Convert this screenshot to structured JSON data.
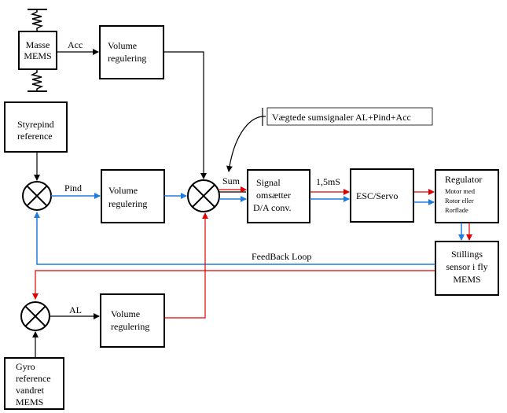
{
  "colors": {
    "red_path": "#e00000",
    "blue_path": "#1e7be0",
    "line": "#000000"
  },
  "blocks": {
    "masse_mems": [
      "Masse",
      "MEMS"
    ],
    "volume_acc": [
      "Volume",
      "regulering"
    ],
    "styrepind_ref": [
      "Styrepind",
      "reference"
    ],
    "volume_pind": [
      "Volume",
      "regulering"
    ],
    "signal_omsaetter": [
      "Signal",
      "omsætter",
      "D/A conv."
    ],
    "esc_servo": "ESC/Servo",
    "regulator_title": "Regulator",
    "regulator_sub": [
      "Motor med",
      "Rotor eller",
      "Rorflade"
    ],
    "stillings_sensor": [
      "Stillings",
      "sensor i fly",
      "MEMS"
    ],
    "volume_al": [
      "Volume",
      "regulering"
    ],
    "gyro_ref": [
      "Gyro",
      "reference",
      "vandret",
      "MEMS"
    ]
  },
  "labels": {
    "acc": "Acc",
    "pind": "Pind",
    "al": "AL",
    "sum": "Sum",
    "rate": "1,5mS",
    "feedback": "FeedBack Loop",
    "annotation": "Vægtede sumsignaler AL+Pind+Acc"
  }
}
